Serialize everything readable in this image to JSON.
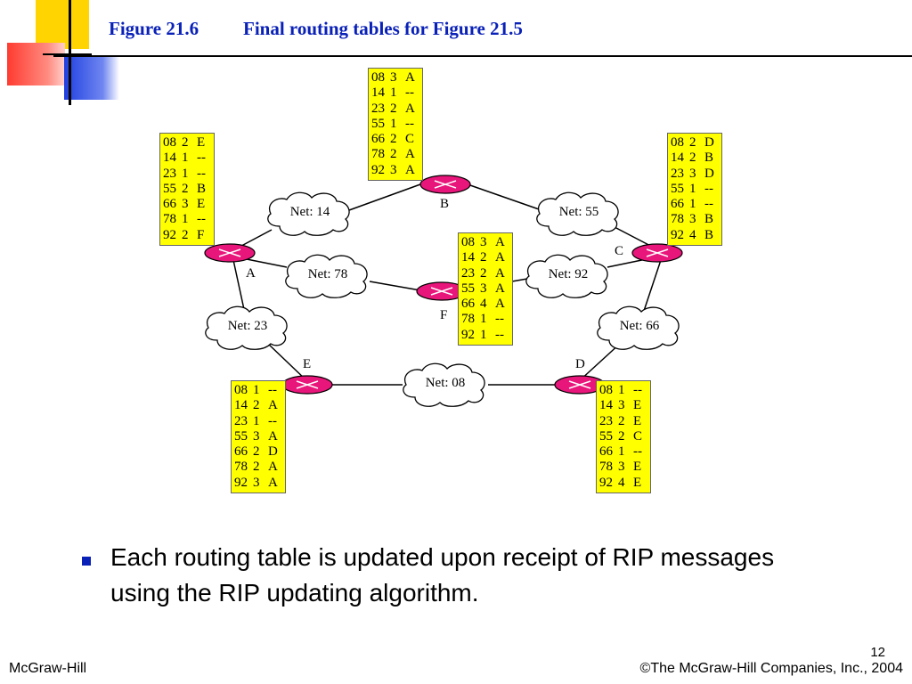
{
  "slide": {
    "figure_label": "Figure 21.6",
    "figure_caption": "Final routing tables for Figure 21.5",
    "bullet": "Each routing table is updated upon receipt of RIP messages using the RIP updating algorithm.",
    "footer_left": "McGraw-Hill",
    "footer_right": "©The McGraw-Hill Companies, Inc., 2004",
    "page_number": "12"
  },
  "routers": {
    "A": {
      "label": "A",
      "table": [
        [
          "08",
          "2",
          "E"
        ],
        [
          "14",
          "1",
          "--"
        ],
        [
          "23",
          "1",
          "--"
        ],
        [
          "55",
          "2",
          "B"
        ],
        [
          "66",
          "3",
          "E"
        ],
        [
          "78",
          "1",
          "--"
        ],
        [
          "92",
          "2",
          "F"
        ]
      ]
    },
    "B": {
      "label": "B",
      "table": [
        [
          "08",
          "3",
          "A"
        ],
        [
          "14",
          "1",
          "--"
        ],
        [
          "23",
          "2",
          "A"
        ],
        [
          "55",
          "1",
          "--"
        ],
        [
          "66",
          "2",
          "C"
        ],
        [
          "78",
          "2",
          "A"
        ],
        [
          "92",
          "3",
          "A"
        ]
      ]
    },
    "C": {
      "label": "C",
      "table": [
        [
          "08",
          "2",
          "D"
        ],
        [
          "14",
          "2",
          "B"
        ],
        [
          "23",
          "3",
          "D"
        ],
        [
          "55",
          "1",
          "--"
        ],
        [
          "66",
          "1",
          "--"
        ],
        [
          "78",
          "3",
          "B"
        ],
        [
          "92",
          "4",
          "B"
        ]
      ]
    },
    "D": {
      "label": "D",
      "table": [
        [
          "08",
          "1",
          "--"
        ],
        [
          "14",
          "3",
          "E"
        ],
        [
          "23",
          "2",
          "E"
        ],
        [
          "55",
          "2",
          "C"
        ],
        [
          "66",
          "1",
          "--"
        ],
        [
          "78",
          "3",
          "E"
        ],
        [
          "92",
          "4",
          "E"
        ]
      ]
    },
    "E": {
      "label": "E",
      "table": [
        [
          "08",
          "1",
          "--"
        ],
        [
          "14",
          "2",
          "A"
        ],
        [
          "23",
          "1",
          "--"
        ],
        [
          "55",
          "3",
          "A"
        ],
        [
          "66",
          "2",
          "D"
        ],
        [
          "78",
          "2",
          "A"
        ],
        [
          "92",
          "3",
          "A"
        ]
      ]
    },
    "F": {
      "label": "F",
      "table": [
        [
          "08",
          "3",
          "A"
        ],
        [
          "14",
          "2",
          "A"
        ],
        [
          "23",
          "2",
          "A"
        ],
        [
          "55",
          "3",
          "A"
        ],
        [
          "66",
          "4",
          "A"
        ],
        [
          "78",
          "1",
          "--"
        ],
        [
          "92",
          "1",
          "--"
        ]
      ]
    }
  },
  "networks": {
    "n14": "Net: 14",
    "n55": "Net: 55",
    "n78": "Net: 78",
    "n92": "Net: 92",
    "n23": "Net: 23",
    "n66": "Net: 66",
    "n08": "Net: 08"
  },
  "colors": {
    "title": "#0a21b8",
    "table_fill": "#ffff00",
    "router_fill": "#e8157a",
    "deco_yellow": "#ffd400",
    "deco_red": "#ff3b30",
    "deco_blue": "#1f3fe0"
  }
}
